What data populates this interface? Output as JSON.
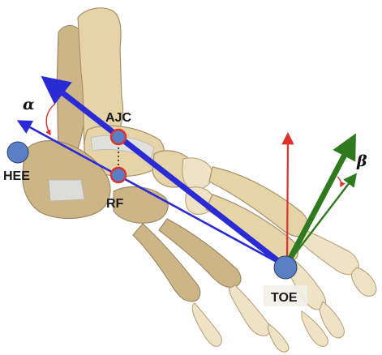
{
  "labels": {
    "alpha": "α",
    "beta": "β",
    "ajc": "AJC",
    "rf": "RF",
    "hee": "HEE",
    "toe": "TOE"
  },
  "colors": {
    "blue_vector": "#2b2bd6",
    "red_vector": "#e0302a",
    "green_vector": "#2f7a1e",
    "marker_fill": "#5b7fc4",
    "marker_ring": "#e0302a",
    "bone": "#e6d3a8"
  }
}
